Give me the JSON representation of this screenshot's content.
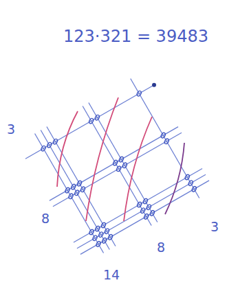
{
  "diagram": {
    "title": "123·321 = 39483",
    "labels": [
      "3",
      "8",
      "14",
      "8",
      "3"
    ]
  }
}
